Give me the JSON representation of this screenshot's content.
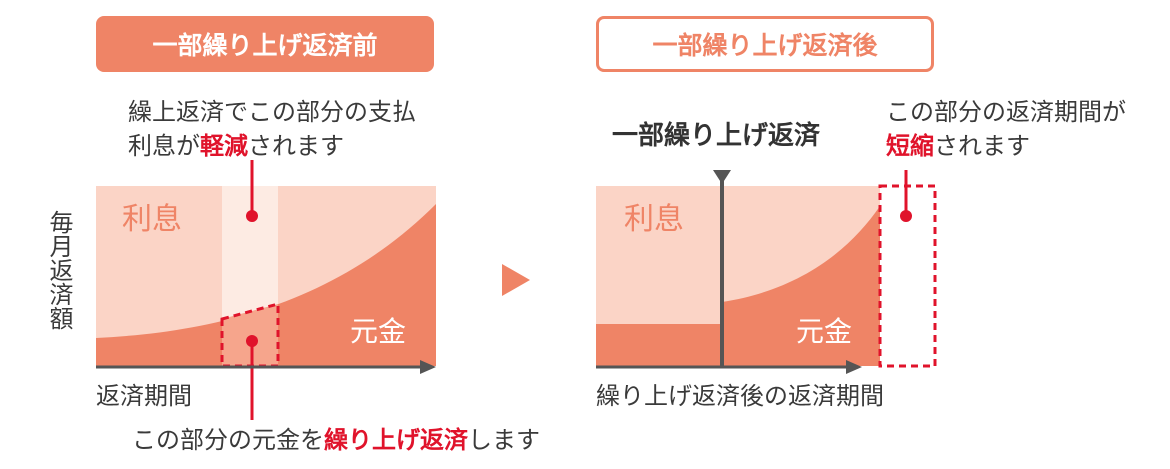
{
  "badges": {
    "before": "一部繰り上げ返済前",
    "after": "一部繰り上げ返済後"
  },
  "left": {
    "note_line1": "繰上返済でこの部分の支払",
    "note_line2_pre": "利息が",
    "note_line2_red": "軽減",
    "note_line2_post": "されます",
    "interest_label": "利息",
    "principal_label": "元金",
    "y_axis_label": "毎月返済額",
    "x_axis_label": "返済期間",
    "bottom_pre": "この部分の元金を",
    "bottom_red": "繰り上げ返済",
    "bottom_post": "します"
  },
  "right": {
    "marker_label": "一部繰り上げ返済",
    "note_line1": "この部分の返済期間が",
    "note_line2_red": "短縮",
    "note_line2_post": "されます",
    "interest_label": "利息",
    "principal_label": "元金",
    "x_axis_label": "繰り上げ返済後の返済期間"
  },
  "colors": {
    "interest": "#fbd4c6",
    "principal": "#ef8466",
    "highlight": "#e0132b",
    "removed_interest": "#fdebe3",
    "axis": "#555555"
  }
}
